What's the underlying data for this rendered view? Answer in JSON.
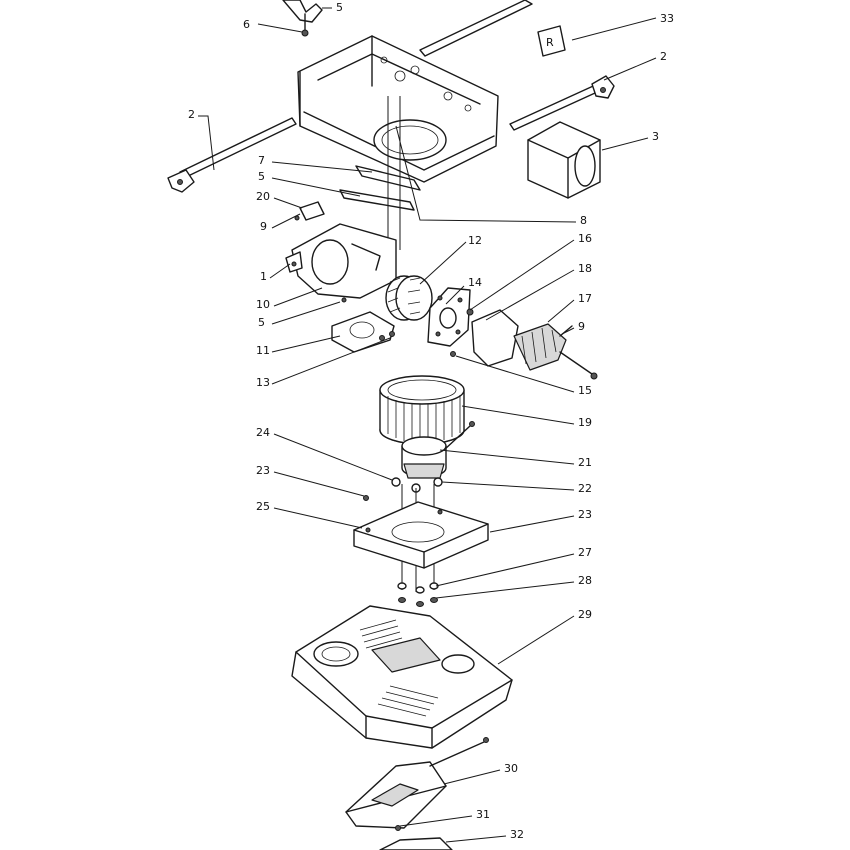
{
  "parts": [
    {
      "id": "p1",
      "num": "1"
    },
    {
      "id": "p2a",
      "num": "2"
    },
    {
      "id": "p2b",
      "num": "2"
    },
    {
      "id": "p3",
      "num": "3"
    },
    {
      "id": "p5a",
      "num": "5"
    },
    {
      "id": "p5b",
      "num": "5"
    },
    {
      "id": "p5c",
      "num": "5"
    },
    {
      "id": "p6",
      "num": "6"
    },
    {
      "id": "p7",
      "num": "7"
    },
    {
      "id": "p8",
      "num": "8"
    },
    {
      "id": "p9a",
      "num": "9"
    },
    {
      "id": "p9b",
      "num": "9"
    },
    {
      "id": "p10",
      "num": "10"
    },
    {
      "id": "p11",
      "num": "11"
    },
    {
      "id": "p12",
      "num": "12"
    },
    {
      "id": "p13",
      "num": "13"
    },
    {
      "id": "p14",
      "num": "14"
    },
    {
      "id": "p15",
      "num": "15"
    },
    {
      "id": "p16",
      "num": "16"
    },
    {
      "id": "p17",
      "num": "17"
    },
    {
      "id": "p18",
      "num": "18"
    },
    {
      "id": "p19",
      "num": "19"
    },
    {
      "id": "p20",
      "num": "20"
    },
    {
      "id": "p21",
      "num": "21"
    },
    {
      "id": "p22",
      "num": "22"
    },
    {
      "id": "p23a",
      "num": "23"
    },
    {
      "id": "p23b",
      "num": "23"
    },
    {
      "id": "p24",
      "num": "24"
    },
    {
      "id": "p25",
      "num": "25"
    },
    {
      "id": "p27",
      "num": "27"
    },
    {
      "id": "p28",
      "num": "28"
    },
    {
      "id": "p29",
      "num": "29"
    },
    {
      "id": "p30",
      "num": "30"
    },
    {
      "id": "p31",
      "num": "31"
    },
    {
      "id": "p32",
      "num": "32"
    },
    {
      "id": "p33",
      "num": "33"
    }
  ]
}
